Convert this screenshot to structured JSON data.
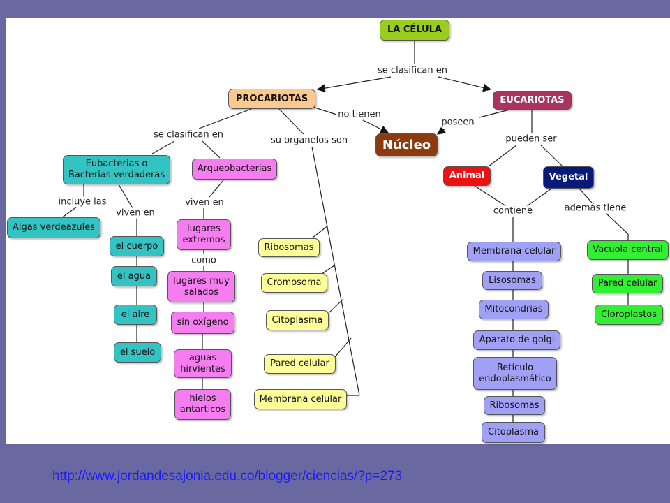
{
  "nodes": {
    "celula": "LA CÉLULA",
    "procariotas": "PROCARIOTAS",
    "eucariotas": "EUCARIOTAS",
    "nucleo": "Núcleo",
    "eubacterias": "Eubacterias o Bacterias verdaderas",
    "arqueobacterias": "Arqueobacterias",
    "algas": "Algas verdeazules",
    "el_cuerpo": "el cuerpo",
    "el_agua": "el agua",
    "el_aire": "el aire",
    "el_suelo": "el suelo",
    "lugares_extremos": "lugares extremos",
    "lugares_salados": "lugares muy salados",
    "sin_oxigeno": "sin oxígeno",
    "aguas_hirvientes": "aguas hirvientes",
    "hielos_antarticos": "hielos antarticos",
    "ribosomas_p": "Ribosomas",
    "cromosoma": "Cromosoma",
    "citoplasma_p": "Citoplasma",
    "pared_celular_p": "Pared celular",
    "membrana_celular_p": "Membrana celular",
    "animal": "Animal",
    "vegetal": "Vegetal",
    "membrana_celular_e": "Membrana celular",
    "lisosomas": "Lisosomas",
    "mitocondrias": "Mitocondrias",
    "aparato_golgi": "Aparato de golgi",
    "reticulo": "Retículo endoplasmático",
    "ribosomas_e": "Ribosomas",
    "citoplasma_e": "Citoplasma",
    "vacuola": "Vacuola central",
    "pared_celular_v": "Pared celular",
    "cloroplastos": "Cloroplastos"
  },
  "links": {
    "se_clasifican_en": "se clasifican en",
    "no_tienen": "no tienen",
    "poseen": "poseen",
    "se_clasifican_en_2": "se clasifican en",
    "su_organelos_son": "su organelos son",
    "pueden_ser": "pueden ser",
    "incluye_las": "incluye las",
    "viven_en_1": "viven en",
    "viven_en_2": "viven en",
    "como": "como",
    "contiene": "contiene",
    "ademas_tiene": "además tiene"
  },
  "colors": {
    "celula": "#9acd1e",
    "procariotas": "#fbc98e",
    "eucariotas": "#a8345f",
    "nucleo": "#8b3b0f",
    "teal": "#34c3c3",
    "magenta": "#f57df0",
    "yellow": "#ffff99",
    "animal": "#ee1111",
    "vegetal": "#071a7a",
    "lavender": "#a0a0f5",
    "green": "#33ee33",
    "background": "#6a68a0"
  },
  "source_url": "http://www.jordandesajonia.edu.co/blogger/ciencias/?p=273"
}
